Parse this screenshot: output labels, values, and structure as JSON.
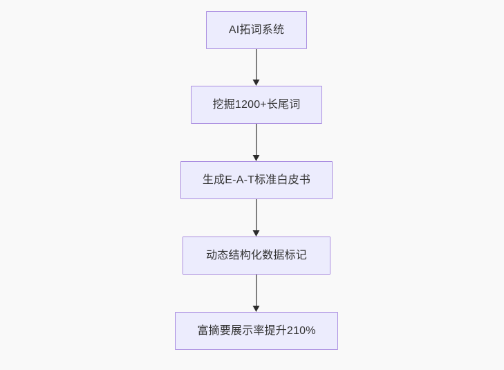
{
  "diagram": {
    "type": "flowchart",
    "direction": "top-to-bottom",
    "background_color": "#f9f9f9",
    "node_fill_color": "#ececfd",
    "node_border_color": "#a98ce0",
    "node_text_color": "#333333",
    "edge_line_color": "#7f7f7f",
    "edge_arrow_color": "#2b2b2b",
    "nodes": [
      {
        "id": "n1",
        "label": "AI拓词系统"
      },
      {
        "id": "n2",
        "label": "挖掘1200+长尾词"
      },
      {
        "id": "n3",
        "label": "生成E-A-T标准白皮书"
      },
      {
        "id": "n4",
        "label": "动态结构化数据标记"
      },
      {
        "id": "n5",
        "label": "富摘要展示率提升210%"
      }
    ],
    "edges": [
      {
        "id": "e1",
        "from": "n1",
        "to": "n2",
        "label": ""
      },
      {
        "id": "e2",
        "from": "n2",
        "to": "n3",
        "label": ""
      },
      {
        "id": "e3",
        "from": "n3",
        "to": "n4",
        "label": ""
      },
      {
        "id": "e4",
        "from": "n4",
        "to": "n5",
        "label": ""
      }
    ]
  }
}
